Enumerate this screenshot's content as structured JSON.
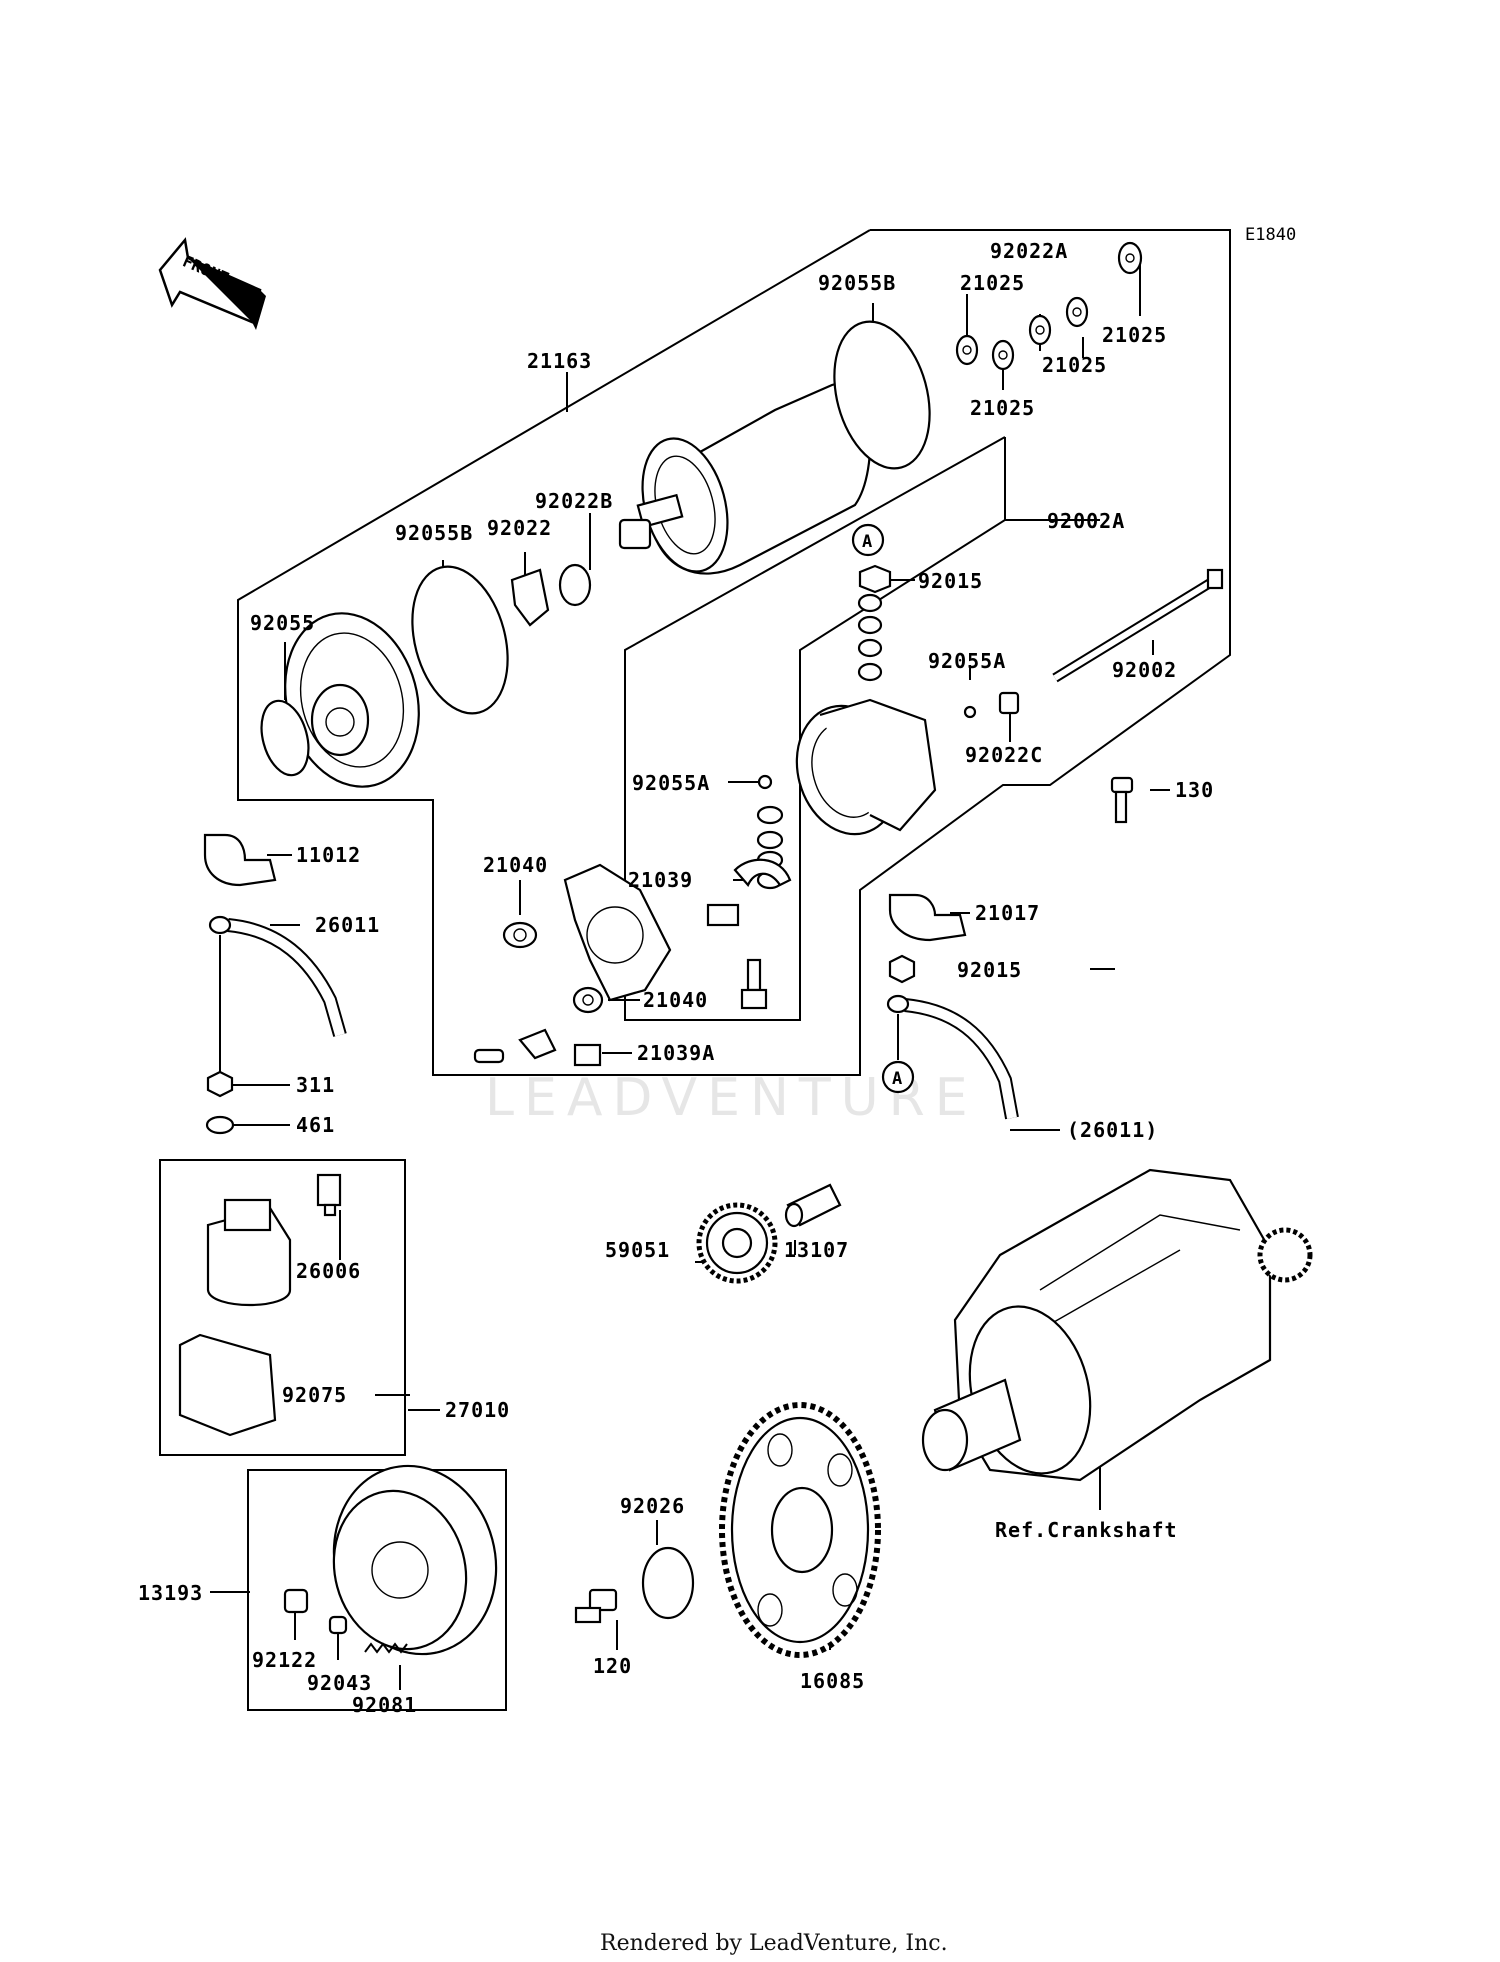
{
  "diagram_ref": "E1840",
  "front_label": "FRONT",
  "watermark": "LEADVENTURE",
  "footer": "Rendered by LeadVenture, Inc.",
  "labels": {
    "p21163": "21163",
    "p92055B_top": "92055B",
    "p21025_a": "21025",
    "p92022A": "92022A",
    "p21025_b": "21025",
    "p21025_c": "21025",
    "p21025_d": "21025",
    "p92002A": "92002A",
    "p92055B_left": "92055B",
    "p92022": "92022",
    "p92022B": "92022B",
    "p92015_top": "92015",
    "p92055_left": "92055",
    "p92055A_right": "92055A",
    "p92002": "92002",
    "p92022C": "92022C",
    "p92055A_mid": "92055A",
    "p130": "130",
    "p11012": "11012",
    "p21040_top": "21040",
    "p21039": "21039",
    "p21017": "21017",
    "p26011": "26011",
    "p92015_mid": "92015",
    "p21040_bot": "21040",
    "p21039A": "21039A",
    "p311": "311",
    "p461": "461",
    "p26011_ref": "(26011)",
    "p26006": "26006",
    "p59051": "59051",
    "p13107": "13107",
    "p92075": "92075",
    "p27010": "27010",
    "p92026": "92026",
    "p13193": "13193",
    "p120": "120",
    "p92122": "92122",
    "p92043": "92043",
    "p92081": "92081",
    "p16085": "16085",
    "ref_crankshaft": "Ref.Crankshaft",
    "callout_a1": "A",
    "callout_a2": "A"
  }
}
